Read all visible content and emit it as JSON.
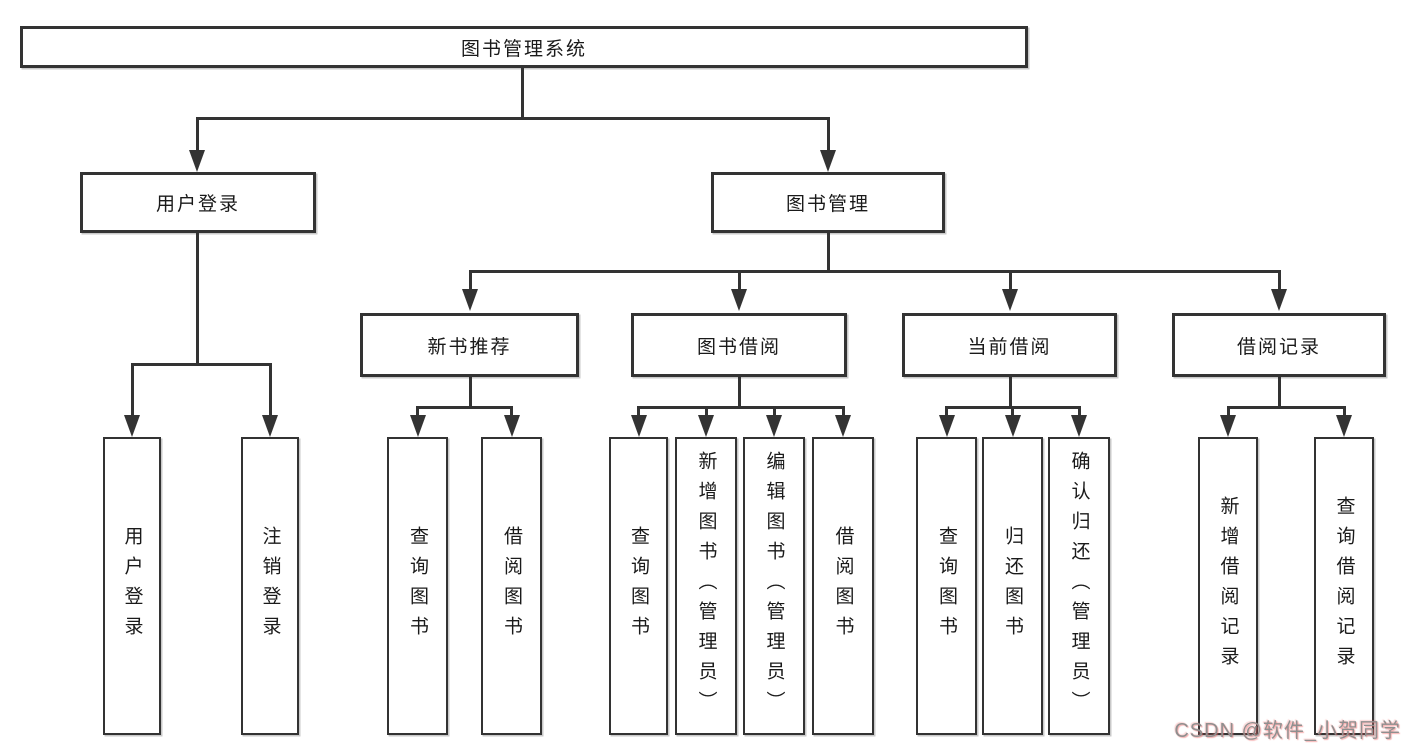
{
  "diagram": {
    "root": {
      "label": "图书管理系统"
    },
    "level2": [
      {
        "id": "user-login",
        "label": "用户登录"
      },
      {
        "id": "book-management",
        "label": "图书管理"
      }
    ],
    "level3": [
      {
        "id": "new-book-recommend",
        "label": "新书推荐",
        "parent": "book-management"
      },
      {
        "id": "book-borrow",
        "label": "图书借阅",
        "parent": "book-management"
      },
      {
        "id": "current-borrow",
        "label": "当前借阅",
        "parent": "book-management"
      },
      {
        "id": "borrow-records",
        "label": "借阅记录",
        "parent": "book-management"
      }
    ],
    "leaves": [
      {
        "id": "user-login-leaf",
        "label": "用户登录",
        "parent": "user-login"
      },
      {
        "id": "logout-leaf",
        "label": "注销登录",
        "parent": "user-login"
      },
      {
        "id": "query-books-recommend",
        "label": "查询图书",
        "parent": "new-book-recommend"
      },
      {
        "id": "borrow-books-recommend",
        "label": "借阅图书",
        "parent": "new-book-recommend"
      },
      {
        "id": "query-books-borrow",
        "label": "查询图书",
        "parent": "book-borrow"
      },
      {
        "id": "add-books-admin",
        "label": "新增图书（管理员）",
        "parent": "book-borrow"
      },
      {
        "id": "edit-books-admin",
        "label": "编辑图书（管理员）",
        "parent": "book-borrow"
      },
      {
        "id": "borrow-books",
        "label": "借阅图书",
        "parent": "book-borrow"
      },
      {
        "id": "query-books-current",
        "label": "查询图书",
        "parent": "current-borrow"
      },
      {
        "id": "return-books",
        "label": "归还图书",
        "parent": "current-borrow"
      },
      {
        "id": "confirm-return-admin",
        "label": "确认归还（管理员）",
        "parent": "current-borrow"
      },
      {
        "id": "add-borrow-record",
        "label": "新增借阅记录",
        "parent": "borrow-records"
      },
      {
        "id": "query-borrow-record",
        "label": "查询借阅记录",
        "parent": "borrow-records"
      }
    ]
  },
  "watermark": {
    "text": "CSDN @软件_小贺同学"
  },
  "colors": {
    "line": "#333333",
    "box_border": "#333333",
    "box_fill": "#ffffff",
    "text": "#1a1a1a",
    "watermark_gray": "#8f8f8f",
    "watermark_red": "#ed6a6a"
  }
}
